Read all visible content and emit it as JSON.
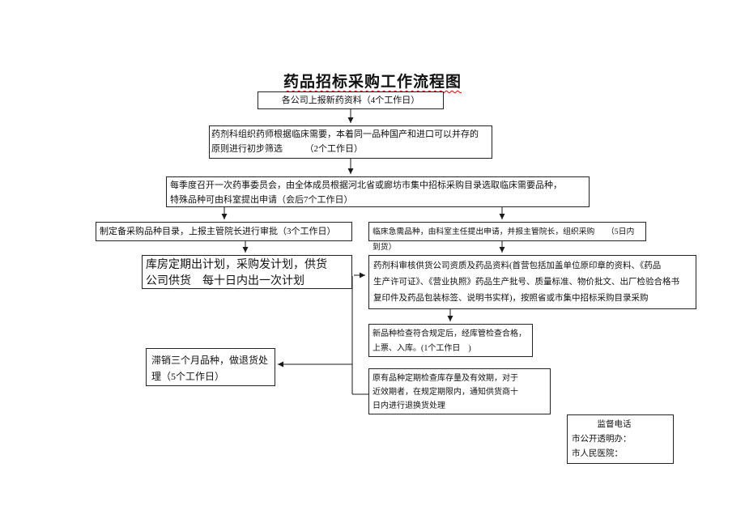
{
  "title": "药品招标采购工作流程图",
  "boxes": {
    "report_new_drug": {
      "text": "各公司上报新药资料（4个工作日）"
    },
    "initial_screening": {
      "text": "药剂科组织药师根据临床需要，本着同一品种国产和进口可以并存的\n原则进行初步筛选　　　（2个工作日）"
    },
    "quarterly_committee": {
      "text": "每季度召开一次药事委员会，由全体成员根据河北省或廊坊市集中招标采购目录选取临床需要品种，\n特殊品种可由科室提出申请（会后7个工作日）"
    },
    "catalog_approval": {
      "text": "制定备采购品种目录，上报主管院长进行审批（3个工作日）"
    },
    "urgent_purchase": {
      "text": "临床急需品种，由科室主任提出申请，并报主管院长，组织采购　　（5日内到货）"
    },
    "warehouse_plan": {
      "text": "库房定期出计划，采购发计划，供货\n公司供货　每十日内出一次计划"
    },
    "qualification_review": {
      "text": "药剂科审核供货公司资质及药品资料(首营包括加盖单位原印章的资料、《药品\n生产许可证》、《营业执照》药品生产批号、质量标准、物价批文、出厂检验合格书\n复印件及药品包装标签、说明书实样)，按照省或市集中招标采购目录采购"
    },
    "new_product_check": {
      "text": "新品种检查符合规定后，经库管检查合格，\n上票、入库。(1个工作日　)"
    },
    "slow_moving_return": {
      "text": "滞销三个月品种，做退货处\n理（5个工作日）"
    },
    "stock_check": {
      "text": "原有品种定期检查库存量及有效期，对于\n近效期者，在规定期限内，通知供货商十\n日内进行退换货处理"
    },
    "supervision": {
      "text": "　　　监督电话\n市公开透明办：\n市人民医院："
    }
  }
}
